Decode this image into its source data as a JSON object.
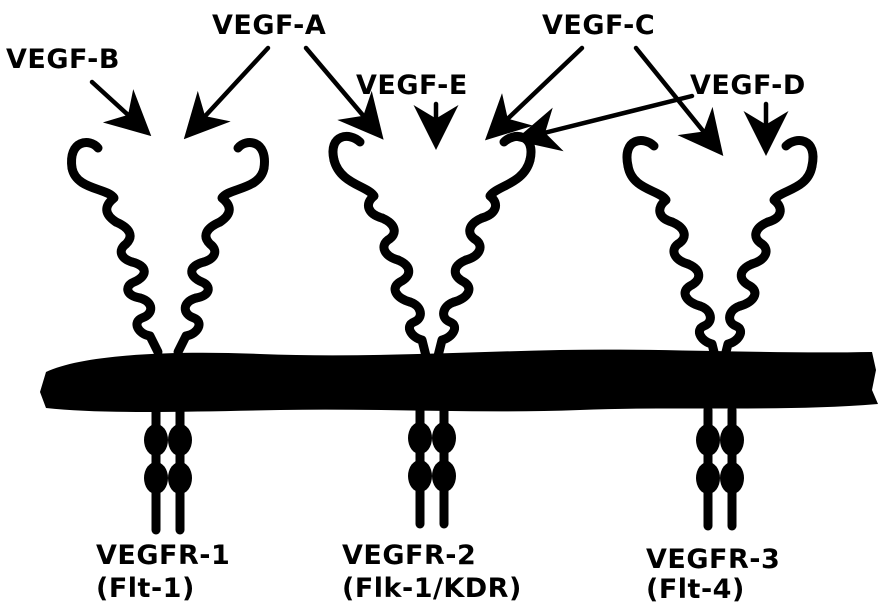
{
  "ligands": {
    "vegf_b": "VEGF-B",
    "vegf_a": "VEGF-A",
    "vegf_e": "VEGF-E",
    "vegf_c": "VEGF-C",
    "vegf_d": "VEGF-D"
  },
  "receptors": [
    {
      "name": "VEGFR-1",
      "alias": "(Flt-1)"
    },
    {
      "name": "VEGFR-2",
      "alias": "(Flk-1/KDR)"
    },
    {
      "name": "VEGFR-3",
      "alias": "(Flt-4)"
    }
  ],
  "colors": {
    "ink": "#000000",
    "background": "#ffffff"
  }
}
